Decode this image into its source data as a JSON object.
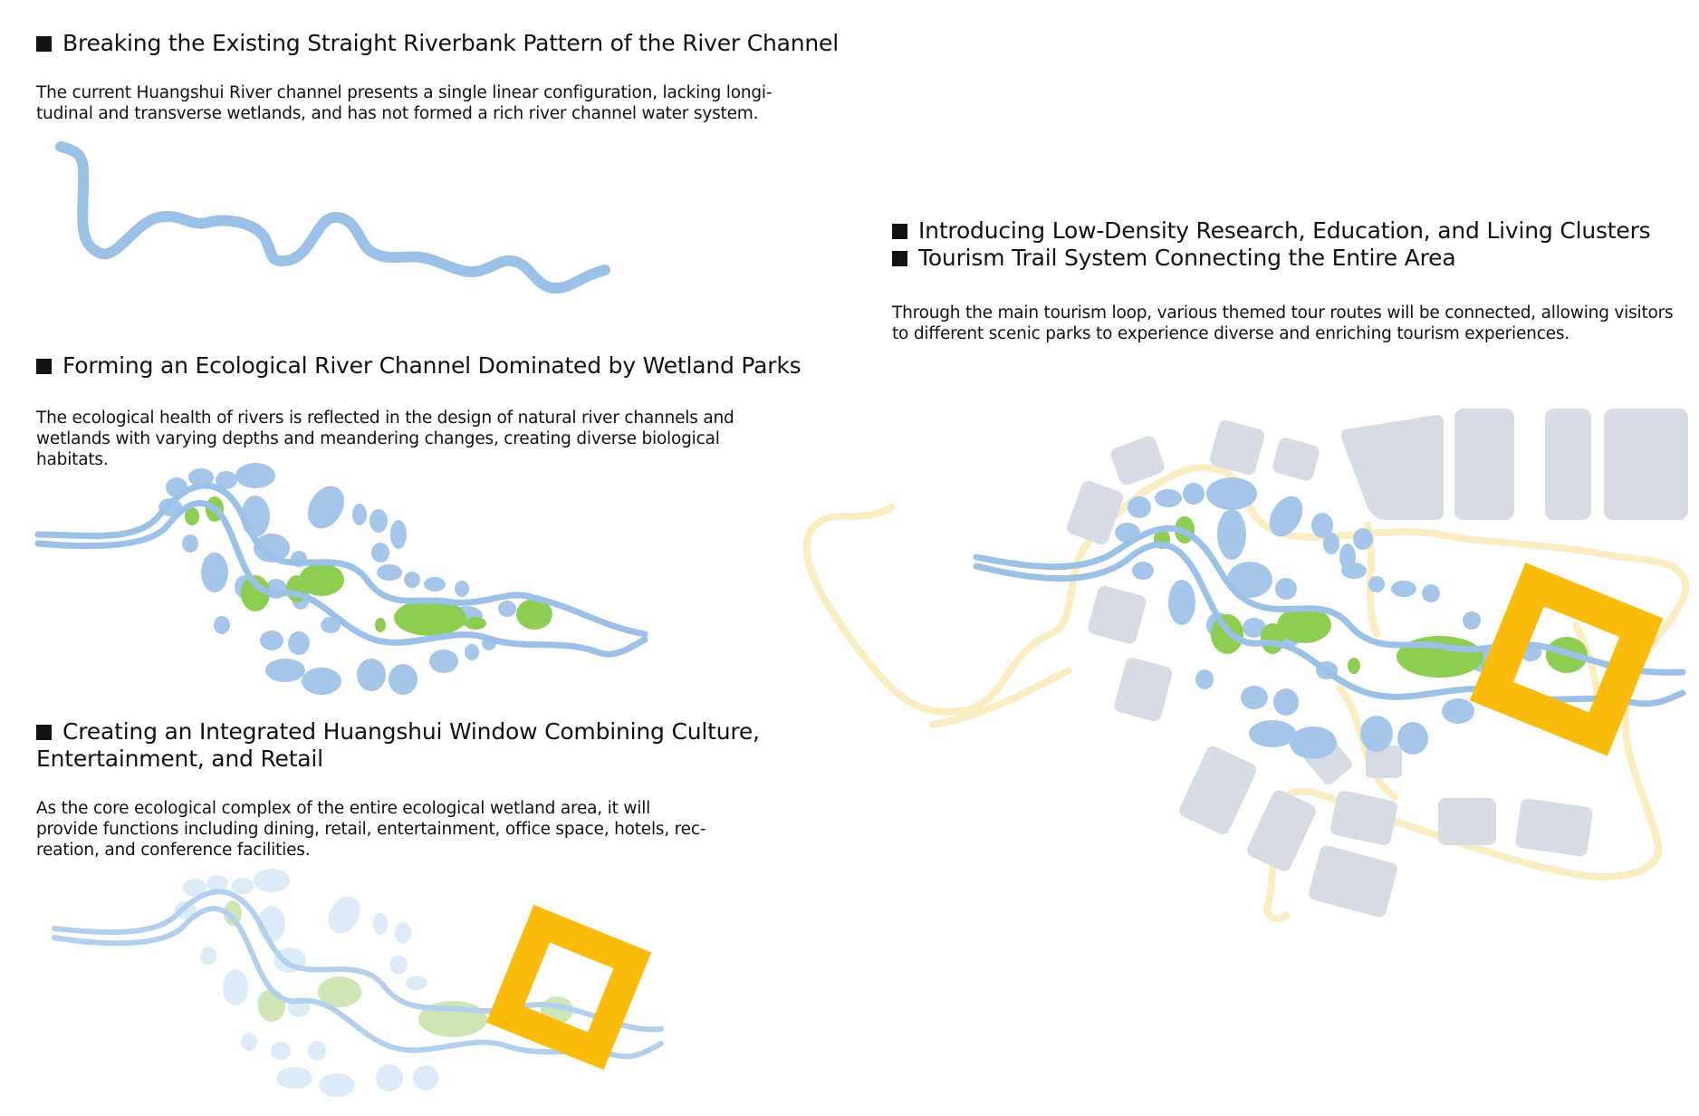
{
  "colors": {
    "river": "#9cc1e6",
    "pond": "#a5c6e9",
    "wetland": "#8ccd52",
    "hub": "#fbbb0b",
    "building": "#d6dbe4",
    "trail": "#fbedc2"
  },
  "sections": [
    {
      "heading": "Breaking the Existing Straight Riverbank Pattern of the River Channel",
      "body_lines": [
        "The current Huangshui River channel presents a single linear configuration, lacking longi-",
        "tudinal and transverse wetlands, and has not formed a rich river channel water system."
      ]
    },
    {
      "heading": "Forming an Ecological River Channel Dominated by Wetland Parks",
      "body_lines": [
        "The ecological health of rivers is reflected in the design of natural river channels and",
        "wetlands with varying depths and meandering changes, creating diverse biological",
        "habitats."
      ]
    },
    {
      "heading_line1": "Creating an Integrated Huangshui Window Combining Culture,",
      "heading_line2": "Entertainment, and Retail",
      "body_lines": [
        "As the core ecological complex of the entire ecological wetland area, it will",
        "provide functions including dining, retail, entertainment, office space, hotels, rec-",
        "reation, and conference facilities."
      ]
    },
    {
      "heading_line1": "Introducing Low-Density Research, Education, and Living Clusters",
      "heading_line2": "Tourism Trail System Connecting the Entire Area",
      "body_lines": [
        "Through the main tourism loop, various themed tour routes will be connected, allowing visitors",
        "to different scenic parks to experience diverse and enriching tourism experiences."
      ]
    }
  ]
}
